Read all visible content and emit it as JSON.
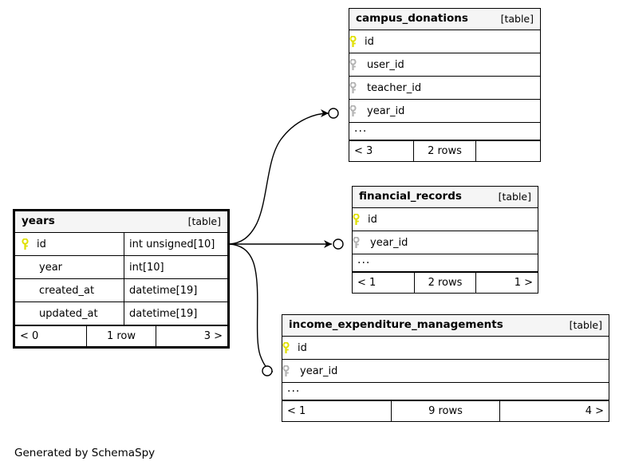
{
  "diagram": {
    "generator_caption": "Generated by SchemaSpy",
    "table_type_label": "[table]",
    "ellipsis": "...",
    "colors": {
      "primary_key": "#e8e800",
      "foreign_key": "#b3b3b3",
      "header_bg": "#f5f5f5",
      "border": "#000000",
      "background": "#ffffff"
    }
  },
  "tables": {
    "years": {
      "name": "years",
      "type_label": "[table]",
      "focal": true,
      "columns": [
        {
          "name": "id",
          "type": "int unsigned[10]",
          "key": "primary"
        },
        {
          "name": "year",
          "type": "int[10]",
          "key": "none"
        },
        {
          "name": "created_at",
          "type": "datetime[19]",
          "key": "none"
        },
        {
          "name": "updated_at",
          "type": "datetime[19]",
          "key": "none"
        }
      ],
      "has_ellipsis": false,
      "footer": {
        "left": "< 0",
        "middle": "1 row",
        "right": "3 >"
      }
    },
    "campus_donations": {
      "name": "campus_donations",
      "type_label": "[table]",
      "focal": false,
      "columns": [
        {
          "name": "id",
          "type": "",
          "key": "primary"
        },
        {
          "name": "user_id",
          "type": "",
          "key": "foreign"
        },
        {
          "name": "teacher_id",
          "type": "",
          "key": "foreign"
        },
        {
          "name": "year_id",
          "type": "",
          "key": "foreign"
        }
      ],
      "has_ellipsis": true,
      "footer": {
        "left": "< 3",
        "middle": "2 rows",
        "right": ""
      }
    },
    "financial_records": {
      "name": "financial_records",
      "type_label": "[table]",
      "focal": false,
      "columns": [
        {
          "name": "id",
          "type": "",
          "key": "primary"
        },
        {
          "name": "year_id",
          "type": "",
          "key": "foreign"
        }
      ],
      "has_ellipsis": true,
      "footer": {
        "left": "< 1",
        "middle": "2 rows",
        "right": "1 >"
      }
    },
    "income_expenditure_managements": {
      "name": "income_expenditure_managements",
      "type_label": "[table]",
      "focal": false,
      "columns": [
        {
          "name": "id",
          "type": "",
          "key": "primary"
        },
        {
          "name": "year_id",
          "type": "",
          "key": "foreign"
        }
      ],
      "has_ellipsis": true,
      "footer": {
        "left": "< 1",
        "middle": "9 rows",
        "right": "4 >"
      }
    }
  },
  "relationships": [
    {
      "from": "years.id",
      "to": "campus_donations.year_id"
    },
    {
      "from": "years.id",
      "to": "financial_records.year_id"
    },
    {
      "from": "years.id",
      "to": "income_expenditure_managements.year_id"
    }
  ]
}
